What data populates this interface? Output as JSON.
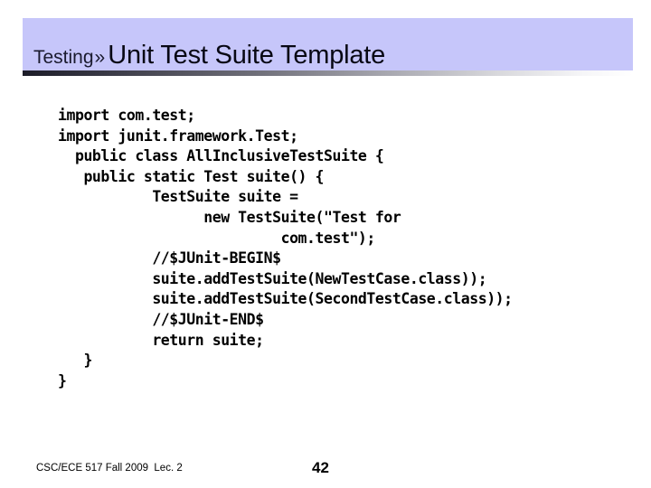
{
  "slide": {
    "background_color": "#ffffff",
    "header": {
      "band_color": "#c6c6fa",
      "breadcrumb_section": "Testing",
      "breadcrumb_separator": "»",
      "title": "Unit Test Suite Template"
    },
    "code": {
      "language": "java",
      "lines": [
        "import com.test;",
        "import junit.framework.Test;",
        "  public class AllInclusiveTestSuite {",
        "   public static Test suite() {",
        "           TestSuite suite =",
        "                 new TestSuite(\"Test for",
        "                          com.test\");",
        "           //$JUnit-BEGIN$",
        "           suite.addTestSuite(NewTestCase.class));",
        "           suite.addTestSuite(SecondTestCase.class));",
        "           //$JUnit-END$",
        "           return suite;",
        "   }",
        "}"
      ]
    },
    "footer": {
      "credit": "CSC/ECE 517 Fall 2009  Lec. 2",
      "page_number": "42"
    }
  }
}
